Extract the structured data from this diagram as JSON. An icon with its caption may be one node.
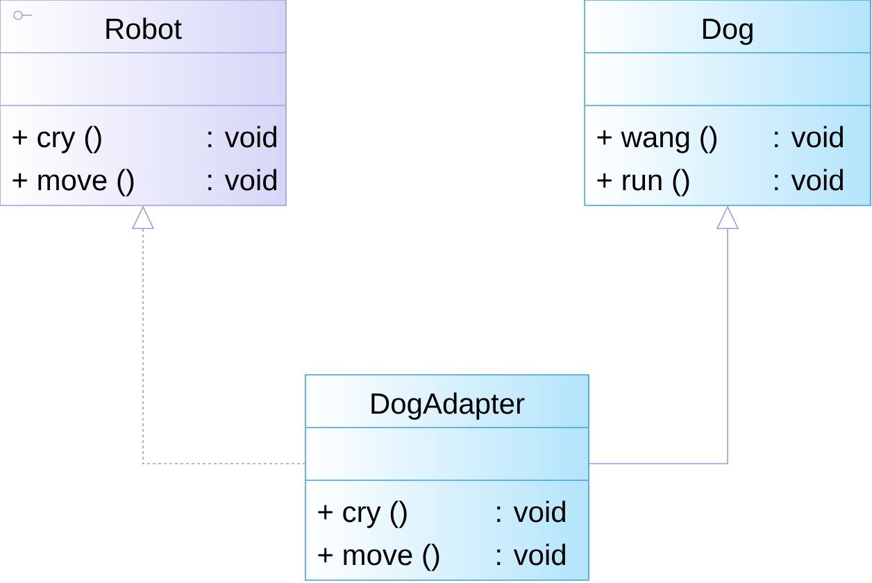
{
  "diagram": {
    "nodes": [
      {
        "text": [
          "Robot",
          "+ cry ()",
          ": void",
          "+ move ()",
          ": void"
        ]
      },
      {
        "text": [
          "Dog",
          "+ wang ()",
          ": void",
          "+ run ()",
          ": void"
        ]
      },
      {
        "text": [
          "DogAdapter",
          "+ cry ()",
          ": void",
          "+ move ()",
          ": void"
        ]
      }
    ],
    "edges": [
      {
        "from": 2,
        "to": 0,
        "arrow": "to",
        "style": "dashed"
      },
      {
        "from": 2,
        "to": 1,
        "arrow": "to"
      }
    ]
  }
}
